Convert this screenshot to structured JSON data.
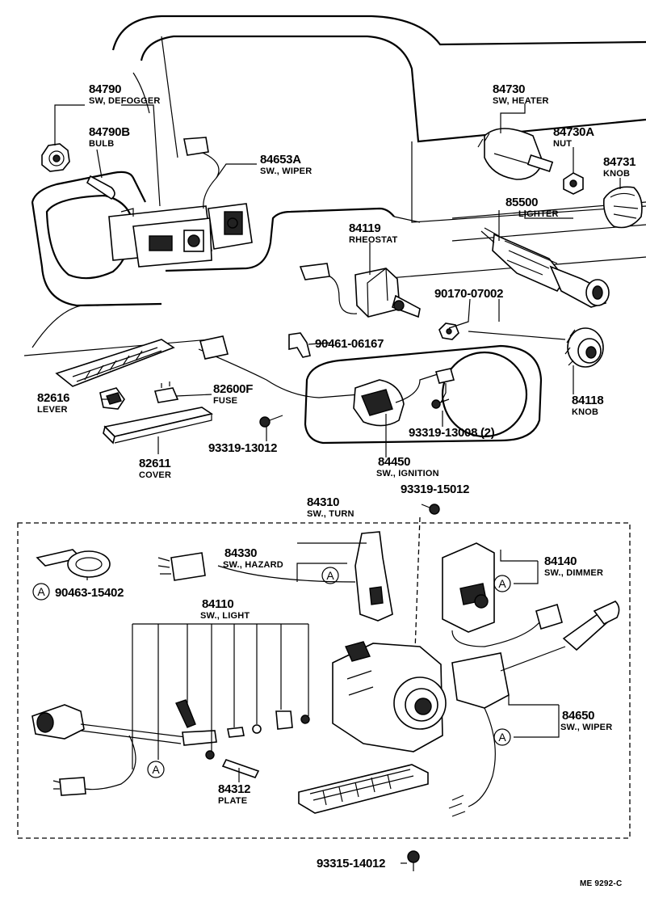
{
  "parts": [
    {
      "id": "p84790",
      "number": "84790",
      "label": "SW, DEFOGGER"
    },
    {
      "id": "p84790b",
      "number": "84790B",
      "label": "BULB"
    },
    {
      "id": "p84653a",
      "number": "84653A",
      "label": "SW., WIPER"
    },
    {
      "id": "p84730",
      "number": "84730",
      "label": "SW, HEATER"
    },
    {
      "id": "p84730a",
      "number": "84730A",
      "label": "NUT"
    },
    {
      "id": "p84731",
      "number": "84731",
      "label": "KNOB"
    },
    {
      "id": "p85500",
      "number": "85500",
      "label": "LIGHTER"
    },
    {
      "id": "p84119",
      "number": "84119",
      "label": "RHEOSTAT"
    },
    {
      "id": "p90170",
      "number": "90170-07002",
      "label": ""
    },
    {
      "id": "p90461",
      "number": "90461-06167",
      "label": ""
    },
    {
      "id": "p82616",
      "number": "82616",
      "label": "LEVER"
    },
    {
      "id": "p82600f",
      "number": "82600F",
      "label": "FUSE"
    },
    {
      "id": "p84118",
      "number": "84118",
      "label": "KNOB"
    },
    {
      "id": "p93319_13008",
      "number": "93319-13008 (2)",
      "label": ""
    },
    {
      "id": "p93319_13012",
      "number": "93319-13012",
      "label": ""
    },
    {
      "id": "p82611",
      "number": "82611",
      "label": "COVER"
    },
    {
      "id": "p84450",
      "number": "84450",
      "label": "SW., IGNITION"
    },
    {
      "id": "p93319_15012",
      "number": "93319-15012",
      "label": ""
    },
    {
      "id": "p84310",
      "number": "84310",
      "label": "SW., TURN"
    },
    {
      "id": "p84330",
      "number": "84330",
      "label": "SW., HAZARD"
    },
    {
      "id": "p84140",
      "number": "84140",
      "label": "SW., DIMMER"
    },
    {
      "id": "p90463",
      "number": "90463-15402",
      "label": ""
    },
    {
      "id": "p84110",
      "number": "84110",
      "label": "SW., LIGHT"
    },
    {
      "id": "p84650",
      "number": "84650",
      "label": "SW., WIPER"
    },
    {
      "id": "p84312",
      "number": "84312",
      "label": "PLATE"
    },
    {
      "id": "p93315",
      "number": "93315-14012",
      "label": ""
    }
  ],
  "reference_marker": "A",
  "drawing_code": "ME  9292-C"
}
